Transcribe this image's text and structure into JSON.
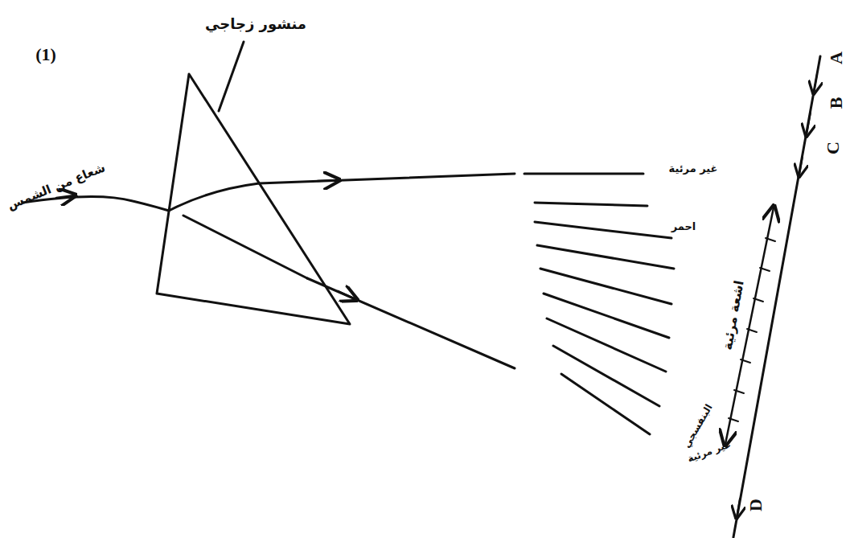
{
  "diagram": {
    "labels": [
      "(1)",
      "منشور زجاجي",
      "شعاع من الشمس",
      "غير مرئية",
      "احمر",
      "اشعة مرئية",
      "البنفسجي",
      "غير مرئية",
      "A",
      "B",
      "C",
      "D"
    ]
  }
}
